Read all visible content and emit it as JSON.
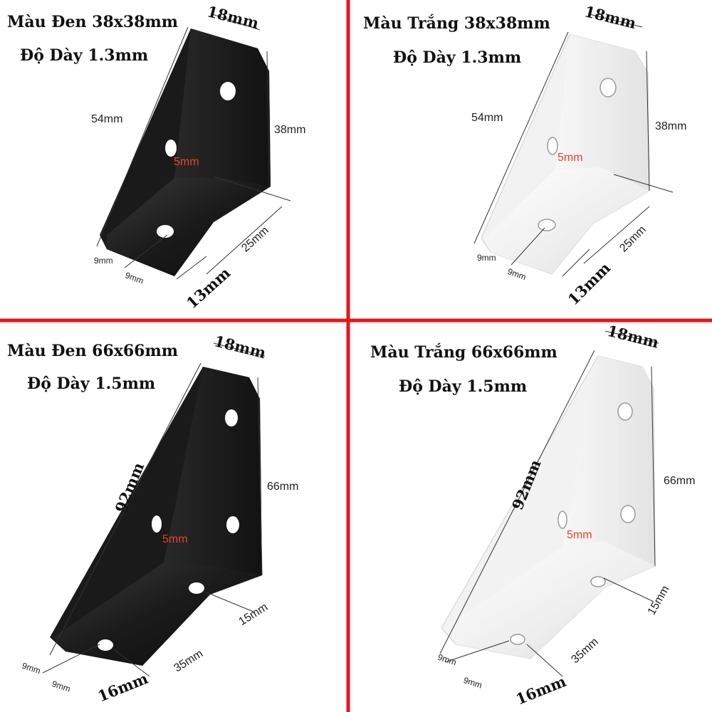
{
  "colors": {
    "divider": "#e8141b",
    "black_bracket": "#1a1a1a",
    "white_bracket": "#f2f2f2",
    "hole_label": "#e8432a"
  },
  "panels": [
    {
      "title": "Màu Đen 38x38mm",
      "thickness": "Độ Dày 1.3mm",
      "dims": {
        "top": "18mm",
        "diagonal": "54mm",
        "height": "38mm",
        "hole": "5mm",
        "base": "25mm",
        "width": "13mm",
        "edge_a": "9mm",
        "edge_b": "9mm"
      }
    },
    {
      "title": "Màu Trắng 38x38mm",
      "thickness": "Độ Dày 1.3mm",
      "dims": {
        "top": "18mm",
        "diagonal": "54mm",
        "height": "38mm",
        "hole": "5mm",
        "base": "25mm",
        "width": "13mm",
        "edge_a": "9mm",
        "edge_b": "9mm"
      }
    },
    {
      "title": "Màu Đen 66x66mm",
      "thickness": "Độ Dày 1.5mm",
      "dims": {
        "top": "18mm",
        "diagonal": "92mm",
        "height": "66mm",
        "hole": "5mm",
        "base": "35mm",
        "side": "15mm",
        "width": "16mm",
        "edge_a": "9mm",
        "edge_b": "9mm"
      }
    },
    {
      "title": "Màu Trắng 66x66mm",
      "thickness": "Độ Dày 1.5mm",
      "dims": {
        "top": "18mm",
        "diagonal": "92mm",
        "height": "66mm",
        "hole": "5mm",
        "base": "35mm",
        "side": "15mm",
        "width": "16mm",
        "edge_a": "9mm",
        "edge_b": "9mm"
      }
    }
  ]
}
